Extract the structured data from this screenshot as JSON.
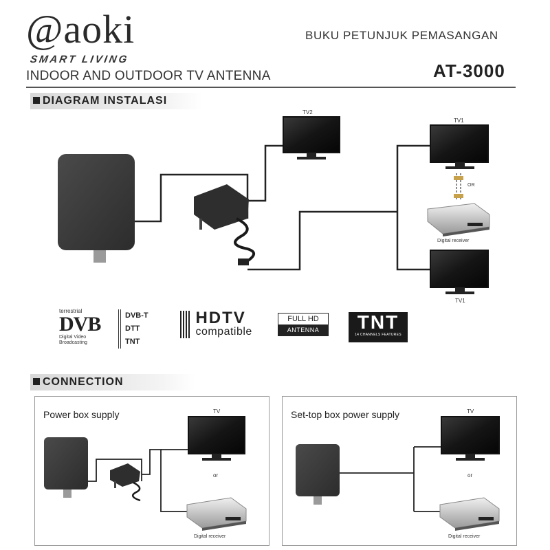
{
  "header": {
    "brand": "@aoki",
    "tagline": "SMART LIVING",
    "subtitle": "INDOOR AND OUTDOOR TV ANTENNA",
    "manual_title": "BUKU PETUNJUK PEMASANGAN",
    "model": "AT-3000"
  },
  "installation_diagram": {
    "section_title": "DIAGRAM INSTALASI",
    "tv2_label": "TV2",
    "tv1_top_label": "TV1",
    "tv1_bottom_label": "TV1",
    "or_label": "OR",
    "receiver_label": "Digital receiver"
  },
  "logos": {
    "dvb_top": "terrestrial",
    "dvb_main": "DVB",
    "dvb_sub1": "Digital Video",
    "dvb_sub2": "Broadcasting",
    "standards": [
      "DVB-T",
      "DTT",
      "TNT"
    ],
    "hdtv_main": "HDTV",
    "hdtv_sub": "compatible",
    "fullhd_top": "FULL HD",
    "fullhd_bottom": "ANTENNA",
    "tnt_main": "TNT",
    "tnt_sub": "14 CHANNELS FEATURES"
  },
  "connection": {
    "section_title": "CONNECTION",
    "left_panel": {
      "title": "Power box supply",
      "tv_label": "TV",
      "or_label": "or",
      "receiver_label": "Digital receiver"
    },
    "right_panel": {
      "title": "Set-top box power supply",
      "tv_label": "TV",
      "or_label": "or",
      "receiver_label": "Digital receiver"
    }
  },
  "colors": {
    "antenna": "#3a3a3a",
    "screen": "#1c1c1c",
    "receiver": "#cfcfcf",
    "cable": "#222222"
  }
}
